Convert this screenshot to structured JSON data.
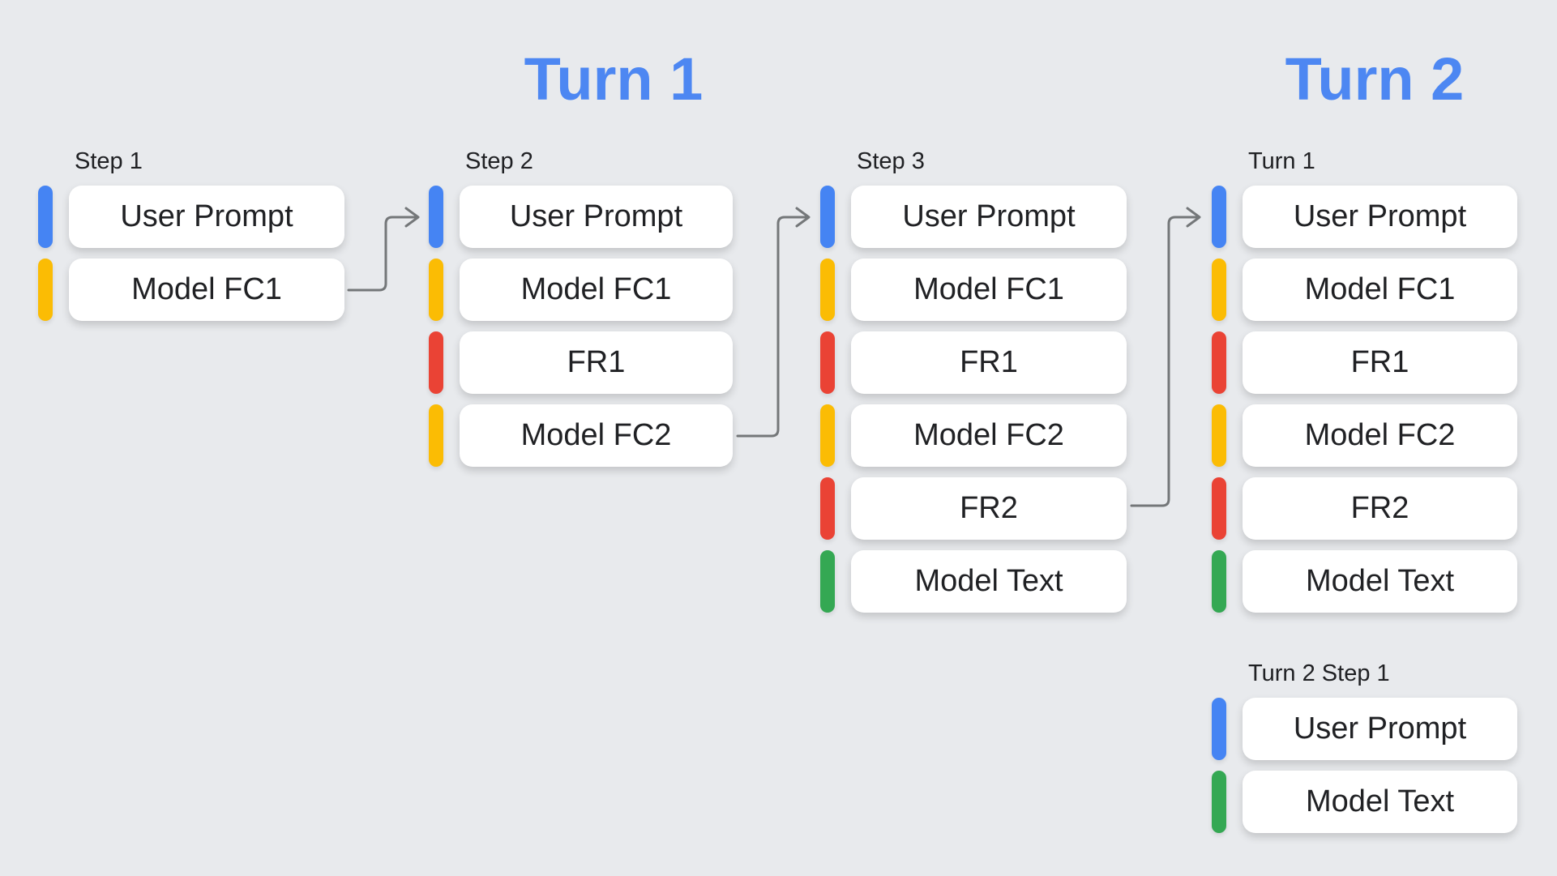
{
  "titles": [
    {
      "id": "turn-1",
      "text": "Turn 1"
    },
    {
      "id": "turn-2",
      "text": "Turn 2"
    }
  ],
  "colors": {
    "background": "#E8EAED",
    "title_blue": "#4D87F2",
    "card_background": "#FFFFFF",
    "card_text": "#202124",
    "label_text": "#202124",
    "arrow_gray": "#747779",
    "bar_blue": "#4584F3",
    "bar_yellow": "#FBBC04",
    "bar_red": "#EA4335",
    "bar_green": "#34A853"
  },
  "columns": [
    {
      "label": "Step 1",
      "cards": [
        {
          "text": "User Prompt",
          "bar": "blue"
        },
        {
          "text": "Model FC1",
          "bar": "yellow"
        }
      ]
    },
    {
      "label": "Step 2",
      "cards": [
        {
          "text": "User Prompt",
          "bar": "blue"
        },
        {
          "text": "Model FC1",
          "bar": "yellow"
        },
        {
          "text": "FR1",
          "bar": "red"
        },
        {
          "text": "Model FC2",
          "bar": "yellow"
        }
      ]
    },
    {
      "label": "Step 3",
      "cards": [
        {
          "text": "User Prompt",
          "bar": "blue"
        },
        {
          "text": "Model FC1",
          "bar": "yellow"
        },
        {
          "text": "FR1",
          "bar": "red"
        },
        {
          "text": "Model FC2",
          "bar": "yellow"
        },
        {
          "text": "FR2",
          "bar": "red"
        },
        {
          "text": "Model Text",
          "bar": "green"
        }
      ]
    },
    {
      "label": "Turn 1",
      "cards": [
        {
          "text": "User Prompt",
          "bar": "blue"
        },
        {
          "text": "Model FC1",
          "bar": "yellow"
        },
        {
          "text": "FR1",
          "bar": "red"
        },
        {
          "text": "Model FC2",
          "bar": "yellow"
        },
        {
          "text": "FR2",
          "bar": "red"
        },
        {
          "text": "Model Text",
          "bar": "green"
        }
      ]
    },
    {
      "label": "Turn 2 Step 1",
      "cards": [
        {
          "text": "User Prompt",
          "bar": "blue"
        },
        {
          "text": "Model Text",
          "bar": "green"
        }
      ]
    }
  ],
  "arrows": [
    {
      "from": "Step 1 / Model FC1",
      "to": "Step 2 / User Prompt"
    },
    {
      "from": "Step 2 / Model FC2",
      "to": "Step 3 / User Prompt"
    },
    {
      "from": "Step 3 / FR2",
      "to": "Turn 1 / User Prompt"
    }
  ]
}
